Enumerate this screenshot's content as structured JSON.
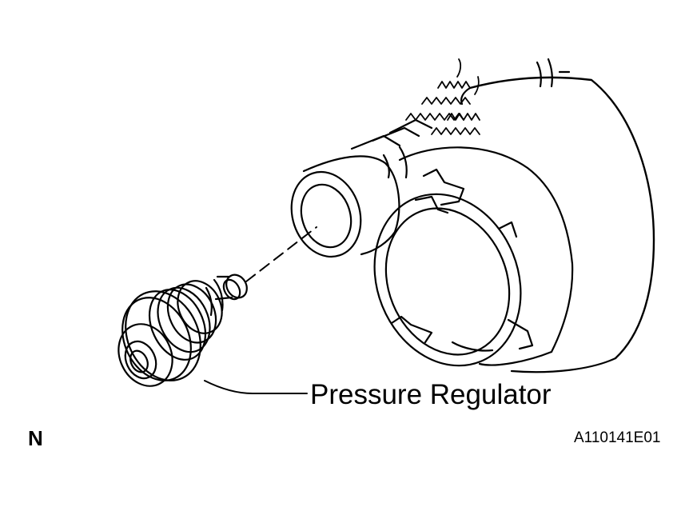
{
  "illustration": {
    "callout_label": "Pressure Regulator",
    "view_letter": "N",
    "figure_code": "A110141E01"
  }
}
